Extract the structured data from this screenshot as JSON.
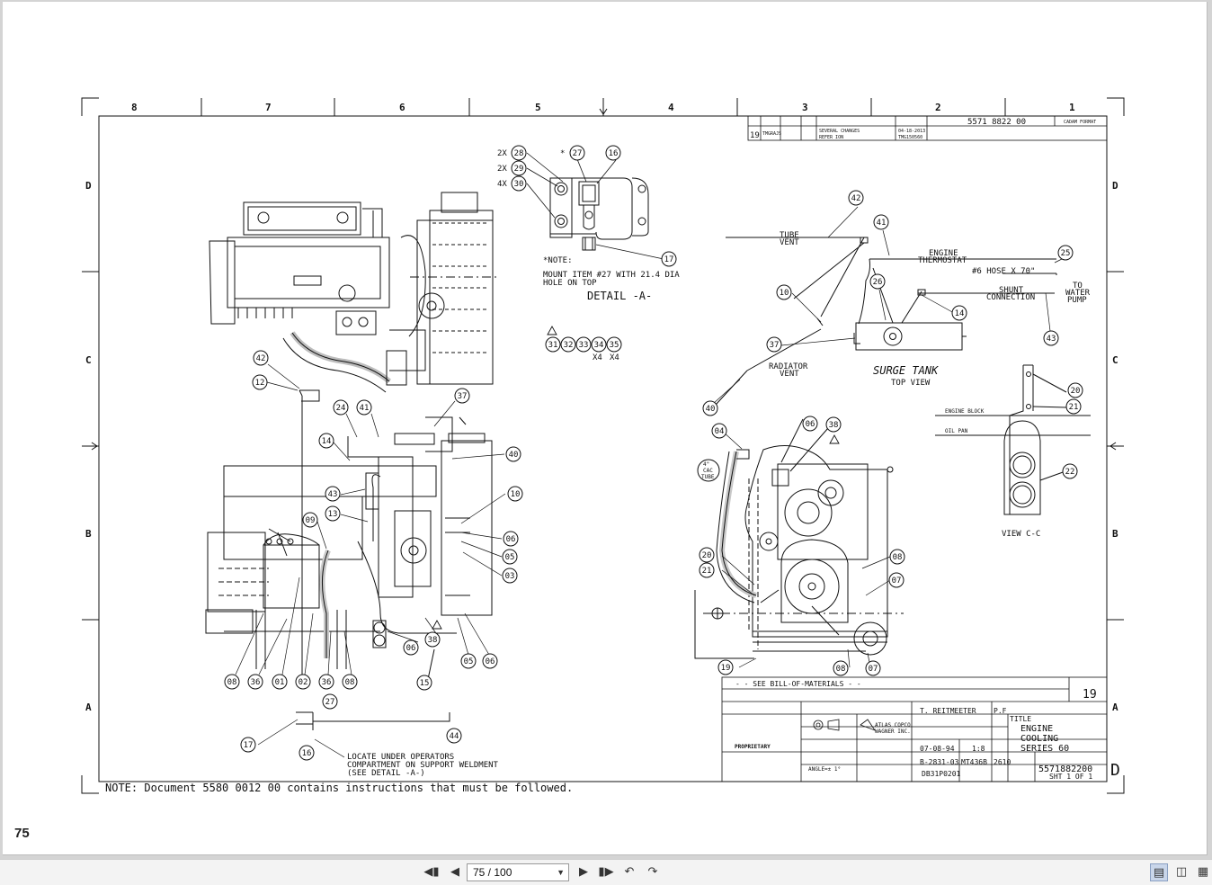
{
  "page": {
    "number_label": "75"
  },
  "drawing": {
    "columns": [
      "8",
      "7",
      "6",
      "5",
      "4",
      "3",
      "2",
      "1"
    ],
    "rows": [
      "D",
      "C",
      "B",
      "A"
    ],
    "detail_a": {
      "title": "DETAIL -A-",
      "note_head": "*NOTE:",
      "note_line1": "MOUNT ITEM #27 WITH 21.4 DIA",
      "note_line2": "HOLE ON TOP",
      "qty_labels": [
        "2X",
        "2X",
        "4X"
      ],
      "star": "*"
    },
    "surge_tank": {
      "title": "SURGE TANK",
      "subtitle": "TOP VIEW",
      "tube_vent": [
        "TUBE",
        "VENT"
      ],
      "engine_thermostat": [
        "ENGINE",
        "THERMOSTAT"
      ],
      "hose": "#6 HOSE X 70\"",
      "shunt": [
        "SHUNT",
        "CONNECTION"
      ],
      "to_water_pump": [
        "TO",
        "WATER",
        "PUMP"
      ],
      "radiator_vent": [
        "RADIATOR",
        "VENT"
      ]
    },
    "view_cc": {
      "title": "VIEW C-C",
      "engine_block": "ENGINE BLOCK",
      "oil_pan": "OIL PAN"
    },
    "cac_tube": [
      "4\"",
      "CAC",
      "TUBE"
    ],
    "x4_labels": [
      "X4",
      "X4"
    ],
    "locate_note": [
      "LOCATE UNDER OPERATORS",
      "COMPARTMENT ON SUPPORT WELDMENT",
      "(SEE DETAIL -A-)"
    ],
    "footer_note": "NOTE:  Document 5580 0012 00 contains instructions that must be followed.",
    "balloons": {
      "b28": "28",
      "b29": "29",
      "b30": "30",
      "b27": "27",
      "b16": "16",
      "b17": "17",
      "b31": "31",
      "b32": "32",
      "b33": "33",
      "b34": "34",
      "b35": "35",
      "b42": "42",
      "b12": "12",
      "b37": "37",
      "b24": "24",
      "b41": "41",
      "b14": "14",
      "b40": "40",
      "b10": "10",
      "b43": "43",
      "b13": "13",
      "b09": "09",
      "b06": "06",
      "b05": "05",
      "b03": "03",
      "b38": "38",
      "b08": "08",
      "b36": "36",
      "b01": "01",
      "b02": "02",
      "b15": "15",
      "b44": "44",
      "b20": "20",
      "b21": "21",
      "b22": "22",
      "b19": "19",
      "b07": "07",
      "b04": "04",
      "b25": "25",
      "b26": "26"
    },
    "revision_block": {
      "number": "5571 8822 00",
      "rev": "19",
      "changes": "SEVERAL CHANGES",
      "refer": "REFER ION",
      "date": "04-18-2013",
      "ecn": "TMG150560",
      "by": "TMGRAJS",
      "format": "CADAM FORMAT"
    },
    "title_block": {
      "bom": "- -  SEE BILL-OF-MATERIALS  - -",
      "current_rev": "19",
      "drawn_by": "T. REITMEETER",
      "approved": "P.F",
      "title_label": "TITLE",
      "title_lines": [
        "ENGINE",
        "COOLING",
        "SERIES 60"
      ],
      "company": [
        "ATLAS COPCO",
        "WAGNER INC."
      ],
      "date": "07-08-94",
      "scale": "1:8",
      "doc1": "B-2831-03",
      "doc2": "MT436B",
      "doc3": "2610",
      "doc4": "DB31P0201",
      "drawing_no": "5571882200",
      "sheet": "SHT 1  OF  1",
      "proprietary": "PROPRIETARY",
      "angle": "ANGLE=± 1°",
      "size": "D"
    }
  },
  "toolbar": {
    "page_indicator": "75 / 100",
    "first_icon": "first-page-icon",
    "prev_icon": "previous-page-icon",
    "next_icon": "next-page-icon",
    "last_icon": "last-page-icon",
    "view_icons": [
      "single-page-view-icon",
      "two-page-view-icon",
      "thumbnail-view-icon"
    ]
  }
}
